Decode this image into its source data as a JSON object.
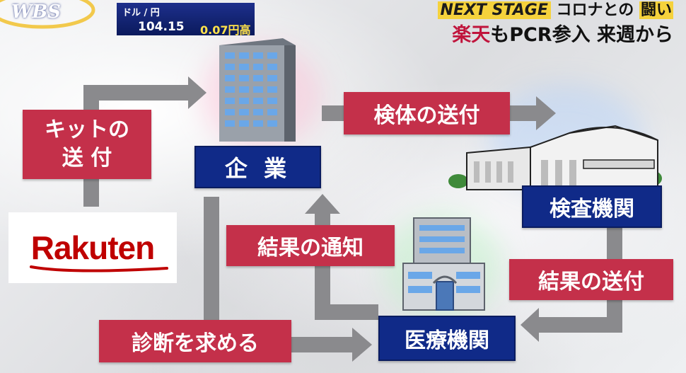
{
  "header": {
    "logo": "WBS",
    "series": "NEXT STAGE",
    "series_topic_a": "コロナとの",
    "series_topic_b": "闘い",
    "headline_a": "楽天",
    "headline_b": "もPCR参入 来週から"
  },
  "ticker": {
    "pair": "ドル / 円",
    "rate": "104.15",
    "change": "0.07円高"
  },
  "brand": {
    "name": "Rakuten"
  },
  "nodes": {
    "company": "企 業",
    "lab": "検査機関",
    "medical": "医療機関"
  },
  "flows": {
    "kit_send_line1": "キットの",
    "kit_send_line2": "送 付",
    "specimen_send": "検体の送付",
    "result_notify": "結果の通知",
    "result_send": "結果の送付",
    "seek_diagnosis": "診断を求める"
  },
  "colors": {
    "red_label": "#c4304a",
    "blue_label": "#102a88",
    "arrow": "#8a8a8d",
    "brand_red": "#bf0000"
  }
}
